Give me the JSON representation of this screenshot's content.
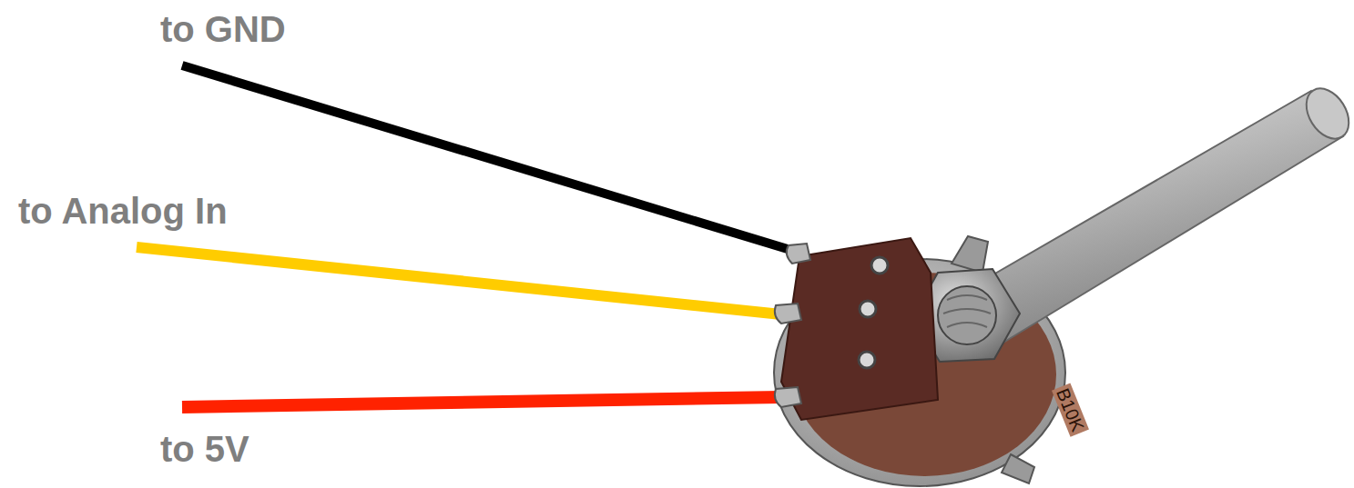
{
  "diagram": {
    "labels": [
      "to GND",
      "to Analog In",
      "to 5V",
      "B10K"
    ]
  }
}
